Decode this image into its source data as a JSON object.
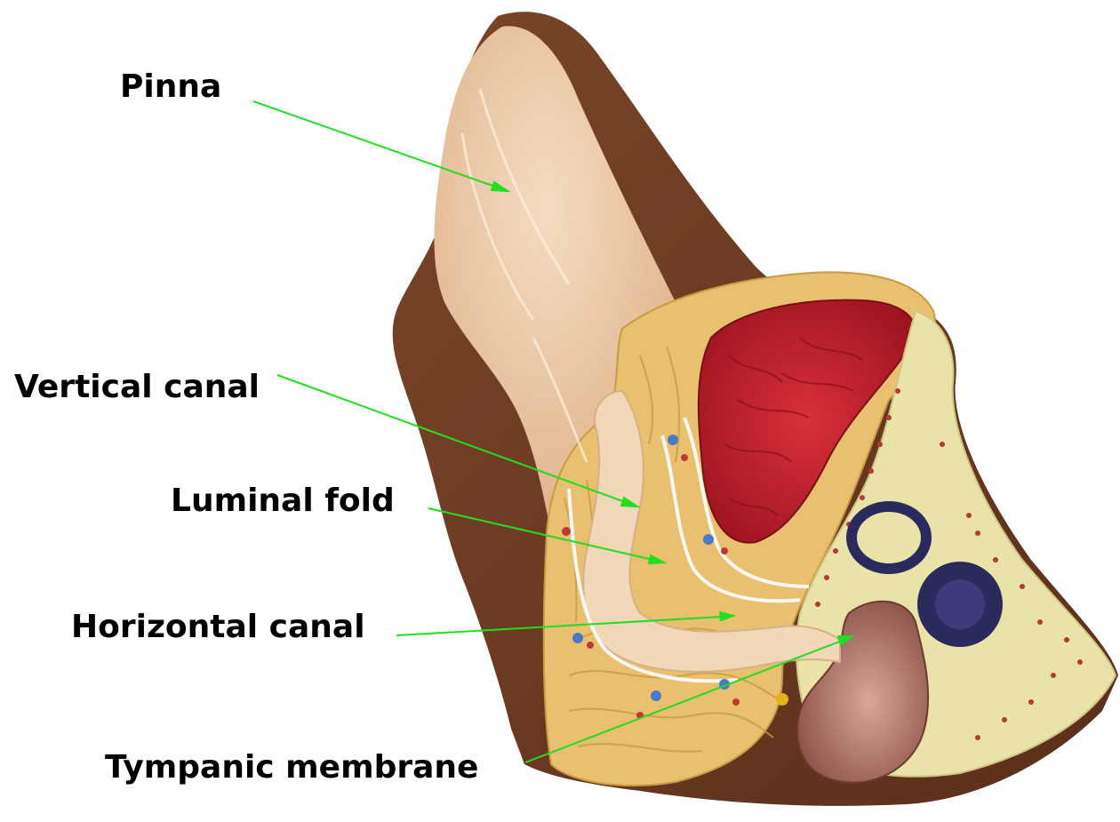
{
  "labels": {
    "pinna": "Pinna",
    "vertical_canal": "Vertical canal",
    "luminal_fold": "Luminal fold",
    "horizontal_canal": "Horizontal canal",
    "tympanic_membrane": "Tympanic membrane"
  },
  "colors": {
    "pointer": "#22dd22",
    "skin_outer": "#6b3a22",
    "skin_inner": "#efc9a5",
    "cartilage": "#e8c070",
    "muscle_red": "#c41f2a",
    "bone": "#e9e3a9",
    "cochlea": "#2a2a5c",
    "bulla": "#a8695e",
    "text": "#000000"
  }
}
